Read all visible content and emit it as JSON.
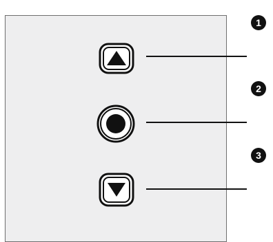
{
  "callouts": [
    {
      "number": "1",
      "target": "up-button"
    },
    {
      "number": "2",
      "target": "center-button"
    },
    {
      "number": "3",
      "target": "down-button"
    }
  ],
  "colors": {
    "panel_bg": "#eeeeef",
    "panel_border": "#6e6e6e",
    "button_fill": "#111111",
    "button_bg": "#ffffff",
    "badge_fill": "#111111"
  }
}
